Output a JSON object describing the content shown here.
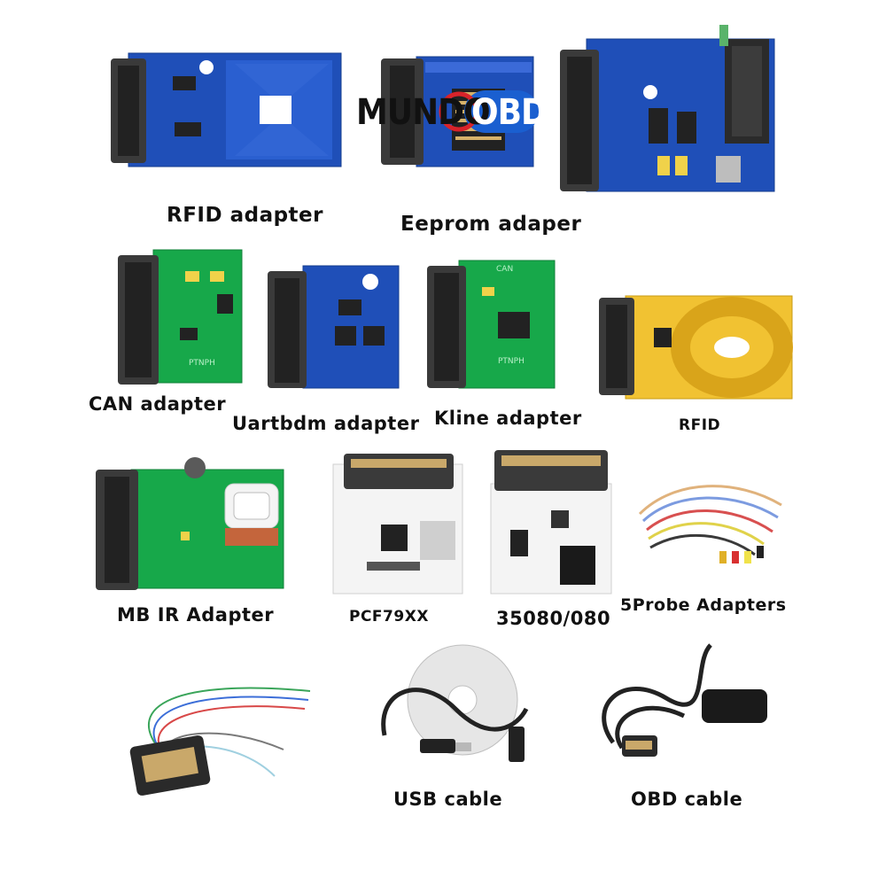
{
  "brand": {
    "part1": "MUNDO",
    "part2": "OBD"
  },
  "labels": {
    "rfid_adapter": "RFID adapter",
    "eeprom_adapter": "Eeprom adaper",
    "can_adapter": "CAN adapter",
    "uartbdm_adapter": "Uartbdm adapter",
    "kline_adapter": "Kline adapter",
    "rfid": "RFID",
    "mb_ir_adapter": "MB IR Adapter",
    "pcf79xx": "PCF79XX",
    "e35080": "35080/080",
    "probe_adapters": "5Probe Adapters",
    "usb_cable": "USB cable",
    "obd_cable": "OBD cable"
  },
  "board_silkscreen": {
    "can_board": "CAN",
    "ptnph": "PTNPH"
  },
  "colors": {
    "blue_pcb": "#1f4fb8",
    "green_pcb": "#17a84a",
    "gold_pcb": "#f1c232",
    "white_pcb": "#f4f4f4",
    "connector": "#222222",
    "logo_red": "#d8232a",
    "logo_blue": "#1a5fd0"
  }
}
